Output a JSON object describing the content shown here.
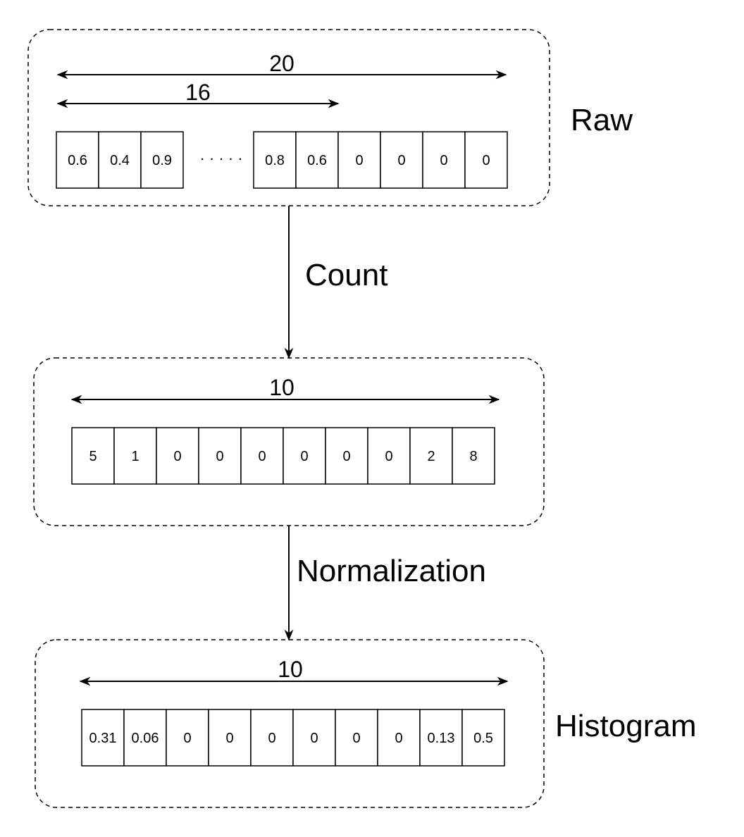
{
  "raw": {
    "label": "Raw",
    "width_outer": "20",
    "width_inner": "16",
    "left_cells": [
      "0.6",
      "0.4",
      "0.9"
    ],
    "ellipsis": "· · · · ·",
    "right_cells": [
      "0.8",
      "0.6",
      "0",
      "0",
      "0",
      "0"
    ]
  },
  "step_count": "Count",
  "count": {
    "width": "10",
    "cells": [
      "5",
      "1",
      "0",
      "0",
      "0",
      "0",
      "0",
      "0",
      "2",
      "8"
    ]
  },
  "step_normalization": "Normalization",
  "histogram": {
    "label": "Histogram",
    "width": "10",
    "cells": [
      "0.31",
      "0.06",
      "0",
      "0",
      "0",
      "0",
      "0",
      "0",
      "0.13",
      "0.5"
    ]
  }
}
